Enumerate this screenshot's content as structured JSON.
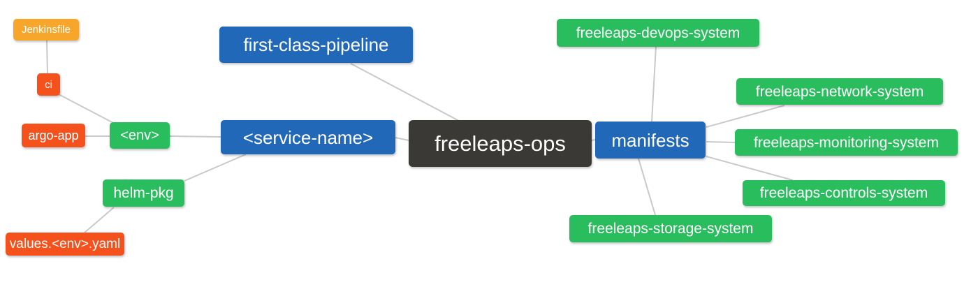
{
  "diagram": {
    "type": "mindmap",
    "root": "freeleaps-ops"
  },
  "colors": {
    "root": "#3b3936",
    "blue": "#2268b8",
    "green": "#2abd5e",
    "orange": "#f7a62b",
    "red": "#f5511d",
    "edge": "#c9c9c9",
    "text": "#ffffff",
    "background": "#ffffff"
  },
  "nodes": {
    "root": {
      "label": "freeleaps-ops",
      "color": "dark"
    },
    "first_class_pipeline": {
      "label": "first-class-pipeline",
      "color": "blue"
    },
    "service_name": {
      "label": "<service-name>",
      "color": "blue"
    },
    "manifests": {
      "label": "manifests",
      "color": "blue"
    },
    "env": {
      "label": "<env>",
      "color": "green"
    },
    "helm_pkg": {
      "label": "helm-pkg",
      "color": "green"
    },
    "ci": {
      "label": "ci",
      "color": "red"
    },
    "argo_app": {
      "label": "argo-app",
      "color": "red"
    },
    "values_env_yaml": {
      "label": "values.<env>.yaml",
      "color": "red"
    },
    "jenkinsfile": {
      "label": "Jenkinsfile",
      "color": "orange"
    },
    "devops_system": {
      "label": "freeleaps-devops-system",
      "color": "green"
    },
    "network_system": {
      "label": "freeleaps-network-system",
      "color": "green"
    },
    "monitoring_system": {
      "label": "freeleaps-monitoring-system",
      "color": "green"
    },
    "controls_system": {
      "label": "freeleaps-controls-system",
      "color": "green"
    },
    "storage_system": {
      "label": "freeleaps-storage-system",
      "color": "green"
    }
  },
  "edges": [
    {
      "from": "Jenkinsfile",
      "to": "ci"
    },
    {
      "from": "ci",
      "to": "<env>"
    },
    {
      "from": "argo-app",
      "to": "<env>"
    },
    {
      "from": "<env>",
      "to": "<service-name>"
    },
    {
      "from": "helm-pkg",
      "to": "<service-name>"
    },
    {
      "from": "values.<env>.yaml",
      "to": "helm-pkg"
    },
    {
      "from": "first-class-pipeline",
      "to": "freeleaps-ops"
    },
    {
      "from": "<service-name>",
      "to": "freeleaps-ops"
    },
    {
      "from": "manifests",
      "to": "freeleaps-ops"
    },
    {
      "from": "freeleaps-devops-system",
      "to": "manifests"
    },
    {
      "from": "freeleaps-network-system",
      "to": "manifests"
    },
    {
      "from": "freeleaps-monitoring-system",
      "to": "manifests"
    },
    {
      "from": "freeleaps-controls-system",
      "to": "manifests"
    },
    {
      "from": "freeleaps-storage-system",
      "to": "manifests"
    }
  ]
}
